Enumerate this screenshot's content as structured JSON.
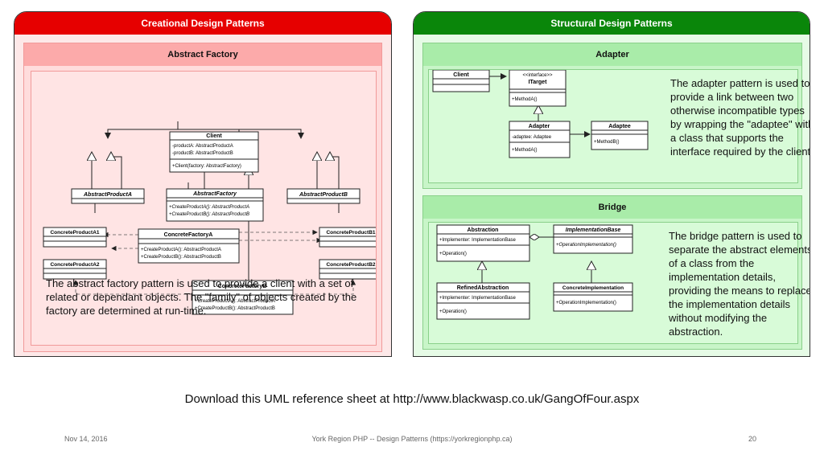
{
  "creational": {
    "header": "Creational Design Patterns",
    "abstract_factory": {
      "title": "Abstract Factory",
      "client": {
        "name": "Client",
        "attrs": [
          "-productA: AbstractProductA",
          "-productB: AbstractProductB"
        ],
        "ops": [
          "+Client(factory: AbstractFactory)"
        ]
      },
      "abstract_product_a": "AbstractProductA",
      "abstract_factory": {
        "name": "AbstractFactory",
        "ops": [
          "+CreateProductA(): AbstractProductA",
          "+CreateProductB(): AbstractProductB"
        ]
      },
      "abstract_product_b": "AbstractProductB",
      "concrete_product_a1": "ConcreteProductA1",
      "concrete_product_a2": "ConcreteProductA2",
      "concrete_product_b1": "ConcreteProductB1",
      "concrete_product_b2": "ConcreteProductB2",
      "concrete_factory_a": {
        "name": "ConcreteFactoryA",
        "ops": [
          "+CreateProductA(): AbstractProductA",
          "+CreateProductB(): AbstractProductB"
        ]
      },
      "concrete_factory_b": {
        "name": "ConcreteFactoryB",
        "ops": [
          "+CreateProductA(): AbstractProductA",
          "+CreateProductB(): AbstractProductB"
        ]
      },
      "description": "The abstract factory pattern is used to provide a client with a set of related or dependant objects. The \"family\" of objects created by the factory are determined at run-time."
    }
  },
  "structural": {
    "header": "Structural Design Patterns",
    "adapter": {
      "title": "Adapter",
      "client": "Client",
      "itarget": {
        "stereotype": "<<interface>>",
        "name": "ITarget",
        "ops": [
          "+MethodA()"
        ]
      },
      "adapter": {
        "name": "Adapter",
        "attrs": [
          "-adaptee: Adaptee"
        ],
        "ops": [
          "+MethodA()"
        ]
      },
      "adaptee": {
        "name": "Adaptee",
        "ops": [
          "+MethodB()"
        ]
      },
      "description": "The adapter pattern is used to provide a link between two otherwise incompatible types by wrapping the \"adaptee\" with a class that supports the interface required by the client."
    },
    "bridge": {
      "title": "Bridge",
      "abstraction": {
        "name": "Abstraction",
        "attrs": [
          "+Implementer: ImplementationBase"
        ],
        "ops": [
          "+Operation()"
        ]
      },
      "implementation_base": {
        "name": "ImplementationBase",
        "ops": [
          "+OperationImplementation()"
        ]
      },
      "refined_abstraction": {
        "name": "RefinedAbstraction",
        "attrs": [
          "+Implementer: ImplementationBase"
        ],
        "ops": [
          "+Operation()"
        ]
      },
      "concrete_implementation": {
        "name": "ConcreteImplementation",
        "ops": [
          "+OperationImplementation()"
        ]
      },
      "description": "The bridge pattern is used to separate the abstract elements of a class from the implementation details, providing the means to replace the implementation details without modifying the abstraction."
    }
  },
  "download_text": "Download this UML reference sheet at http://www.blackwasp.co.uk/GangOfFour.aspx",
  "footer": {
    "date": "Nov 14, 2016",
    "title": "York Region PHP -- Design Patterns  (https://yorkregionphp.ca)",
    "page": "20"
  }
}
